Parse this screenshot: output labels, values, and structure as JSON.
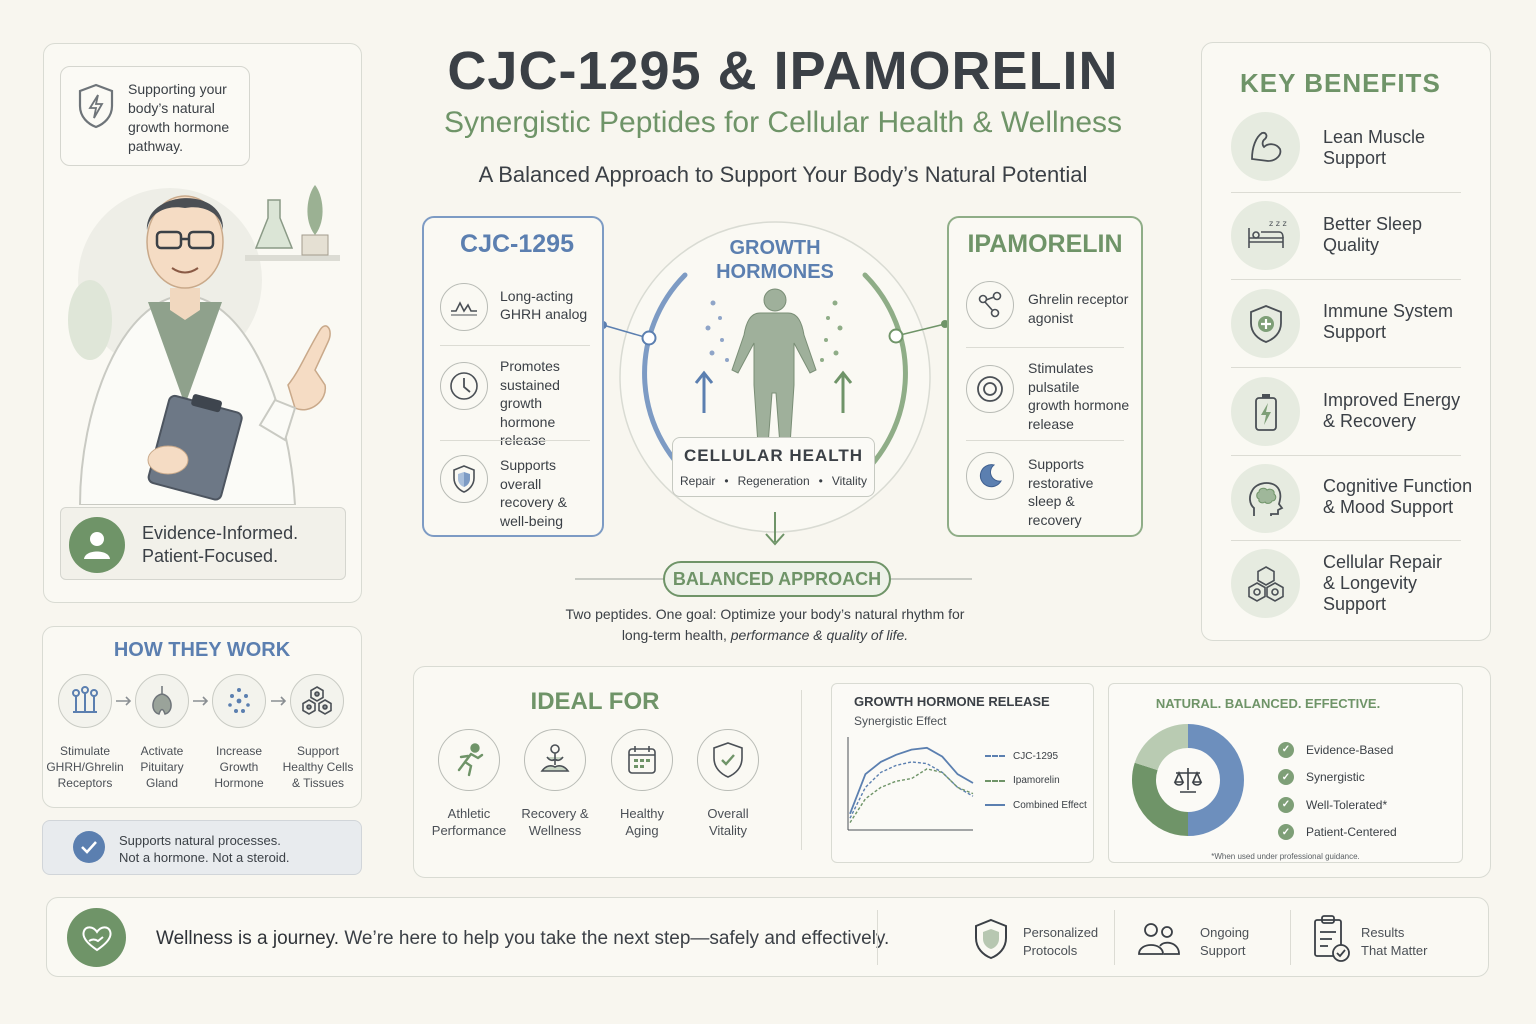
{
  "colors": {
    "blue": "#5b7fb0",
    "green": "#6f9468",
    "dark": "#3b4046",
    "muted": "#5a5f63"
  },
  "header": {
    "title": "CJC-1295 & IPAMORELIN",
    "subtitle": "Synergistic Peptides for Cellular Health & Wellness",
    "tagline": "A Balanced Approach to Support Your Body’s Natural Potential"
  },
  "doctor": {
    "speech": "Supporting your\nbody’s natural\ngrowth hormone\npathway.",
    "badge": "Evidence-Informed.\nPatient-Focused."
  },
  "how": {
    "title": "HOW THEY WORK",
    "steps": [
      {
        "label": "Stimulate\nGHRH/Ghrelin\nReceptors",
        "icon": "receptor-icon"
      },
      {
        "label": "Activate\nPituitary\nGland",
        "icon": "pituitary-icon"
      },
      {
        "label": "Increase\nGrowth\nHormone",
        "icon": "dots-icon"
      },
      {
        "label": "Support\nHealthy Cells\n& Tissues",
        "icon": "cells-icon"
      }
    ],
    "note": "Supports natural processes.\nNot a hormone. Not a steroid."
  },
  "cjc": {
    "title": "CJC-1295",
    "items": [
      {
        "text": "Long-acting\nGHRH analog",
        "icon": "wave-icon"
      },
      {
        "text": "Promotes\nsustained\ngrowth hormone\nrelease",
        "icon": "clock-icon"
      },
      {
        "text": "Supports overall\nrecovery &\nwell-being",
        "icon": "shield-icon"
      }
    ]
  },
  "ipa": {
    "title": "IPAMORELIN",
    "items": [
      {
        "text": "Ghrelin receptor\nagonist",
        "icon": "molecule-icon"
      },
      {
        "text": "Stimulates\npulsatile\ngrowth hormone\nrelease",
        "icon": "target-icon"
      },
      {
        "text": "Supports\nrestorative\nsleep &\nrecovery",
        "icon": "moon-icon"
      }
    ]
  },
  "center": {
    "growth": "GROWTH\nHORMONES",
    "cellular": "CELLULAR HEALTH",
    "cellular_sub": [
      "Repair",
      "Regeneration",
      "Vitality"
    ],
    "balanced": "BALANCED APPROACH",
    "desc1": "Two peptides. One goal: Optimize your body’s natural rhythm for",
    "desc2a": "long-term health, ",
    "desc2b": "performance & quality of life."
  },
  "benefits": {
    "title": "KEY BENEFITS",
    "items": [
      {
        "text": "Lean Muscle\nSupport",
        "icon": "muscle-icon"
      },
      {
        "text": "Better Sleep\nQuality",
        "icon": "sleep-icon"
      },
      {
        "text": "Immune System\nSupport",
        "icon": "immune-shield-icon"
      },
      {
        "text": "Improved Energy\n& Recovery",
        "icon": "battery-icon"
      },
      {
        "text": "Cognitive Function\n& Mood Support",
        "icon": "brain-icon"
      },
      {
        "text": "Cellular Repair\n& Longevity\nSupport",
        "icon": "hexagon-icon"
      }
    ]
  },
  "ideal": {
    "title": "IDEAL FOR",
    "items": [
      {
        "text": "Athletic\nPerformance",
        "icon": "runner-icon"
      },
      {
        "text": "Recovery &\nWellness",
        "icon": "meditation-icon"
      },
      {
        "text": "Healthy\nAging",
        "icon": "calendar-icon"
      },
      {
        "text": "Overall\nVitality",
        "icon": "check-shield-icon"
      }
    ]
  },
  "chart": {
    "title": "GROWTH HORMONE RELEASE",
    "subtitle": "Synergistic Effect"
  },
  "chart_data": {
    "type": "line",
    "title": "GROWTH HORMONE RELEASE",
    "subtitle": "Synergistic Effect",
    "xlabel": "",
    "ylabel": "",
    "series": [
      {
        "name": "CJC-1295",
        "style": "dashed",
        "color": "#5b7fb0",
        "values": [
          0.1,
          0.45,
          0.62,
          0.7,
          0.74,
          0.72,
          0.62,
          0.45,
          0.35
        ]
      },
      {
        "name": "Ipamorelin",
        "style": "dashed",
        "color": "#6f9468",
        "values": [
          0.05,
          0.32,
          0.45,
          0.52,
          0.55,
          0.66,
          0.62,
          0.45,
          0.38
        ]
      },
      {
        "name": "Combined Effect",
        "style": "solid",
        "color": "#5b7fb0",
        "values": [
          0.15,
          0.6,
          0.74,
          0.82,
          0.88,
          0.9,
          0.8,
          0.6,
          0.5
        ]
      }
    ]
  },
  "natural": {
    "title": "NATURAL. BALANCED. EFFECTIVE.",
    "checks": [
      "Evidence-Based",
      "Synergistic",
      "Well-Tolerated*",
      "Patient-Centered"
    ],
    "footnote": "*When used under professional guidance.",
    "donut": [
      {
        "value": 0.5,
        "color": "#6d8fbd"
      },
      {
        "value": 0.3,
        "color": "#6f9468"
      },
      {
        "value": 0.2,
        "color": "#b9cbb2"
      }
    ]
  },
  "footer": {
    "bold": "Wellness is a journey.",
    "rest": " We’re here to help you take the next step—safely and effectively.",
    "items": [
      {
        "text": "Personalized\nProtocols",
        "icon": "protocol-shield-icon"
      },
      {
        "text": "Ongoing\nSupport",
        "icon": "people-icon"
      },
      {
        "text": "Results\nThat Matter",
        "icon": "clipboard-check-icon"
      }
    ]
  }
}
